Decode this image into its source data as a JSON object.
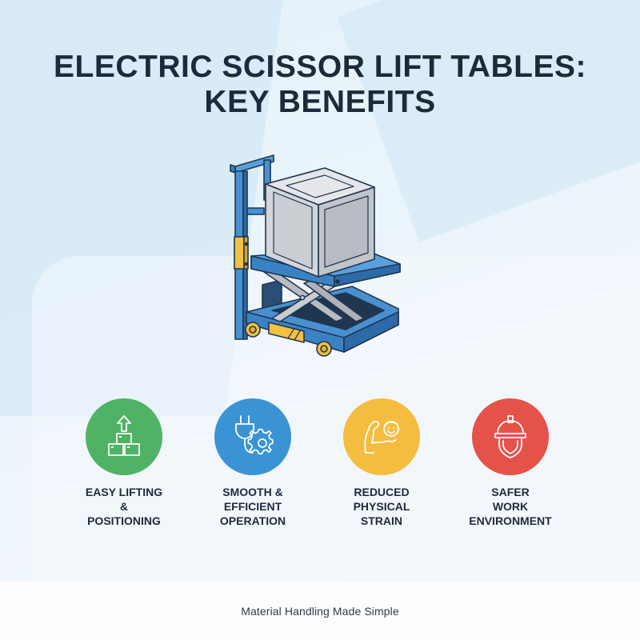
{
  "title": {
    "line1": "ELECTRIC SCISSOR LIFT TABLES:",
    "line2": "KEY BENEFITS"
  },
  "illustration": {
    "subject": "electric scissor lift table carrying a box",
    "colors": {
      "frame": "#4a90d0",
      "frame_dark": "#2e6aa8",
      "box": "#d4d6da",
      "box_side": "#c2c5ca",
      "scissor": "#b8bcc2",
      "accent": "#f2c141",
      "outline": "#1f3650"
    }
  },
  "benefits": [
    {
      "icon": "boxes-lift-icon",
      "color": "#4fb264",
      "label_lines": [
        "EASY LIFTING",
        "&",
        "POSITIONING"
      ]
    },
    {
      "icon": "plug-gear-icon",
      "color": "#3a94d4",
      "label_lines": [
        "SMOOTH &",
        "EFFICIENT",
        "OPERATION"
      ]
    },
    {
      "icon": "muscle-smile-icon",
      "color": "#f5bd3f",
      "label_lines": [
        "REDUCED",
        "PHYSICAL",
        "STRAIN"
      ]
    },
    {
      "icon": "safety-helmet-shield-icon",
      "color": "#e5524a",
      "label_lines": [
        "SAFER",
        "WORK",
        "ENVIRONMENT"
      ]
    }
  ],
  "footer": {
    "tagline": "Material Handling Made Simple"
  }
}
